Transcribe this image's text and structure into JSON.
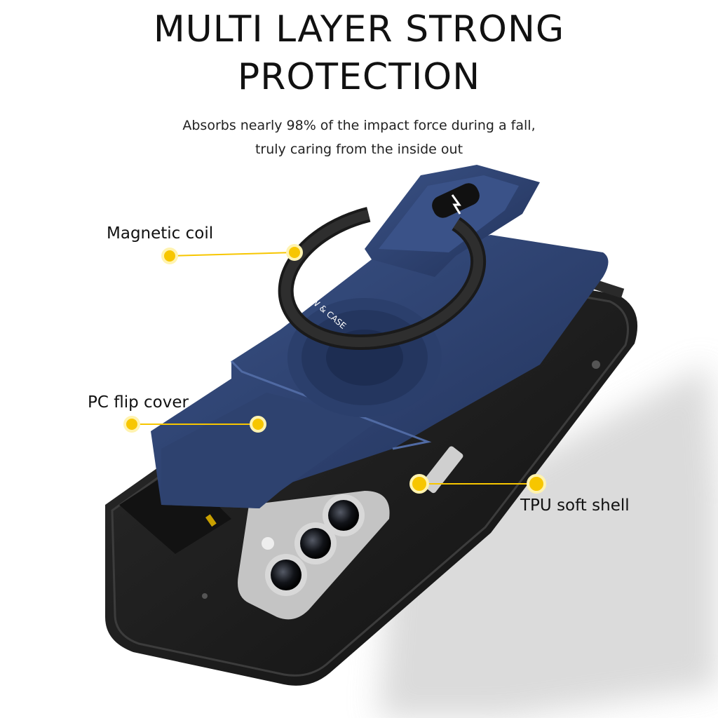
{
  "headline": {
    "line1": "MULTI LAYER STRONG",
    "line2": "PROTECTION"
  },
  "subtitle": {
    "line1": "Absorbs nearly 98% of the impact force during a fall,",
    "line2": "truly caring from the inside out"
  },
  "callouts": {
    "magnetic_coil": "Magnetic coil",
    "pc_flip_cover": "PC flip cover",
    "tpu_soft_shell": "TPU soft shell"
  },
  "ring_engraving": "NEW & CASE",
  "colors": {
    "accent_yellow": "#f7c600",
    "cover_blue": "#2b3d6b",
    "shell_black": "#1a1a1a",
    "background": "#ffffff"
  }
}
